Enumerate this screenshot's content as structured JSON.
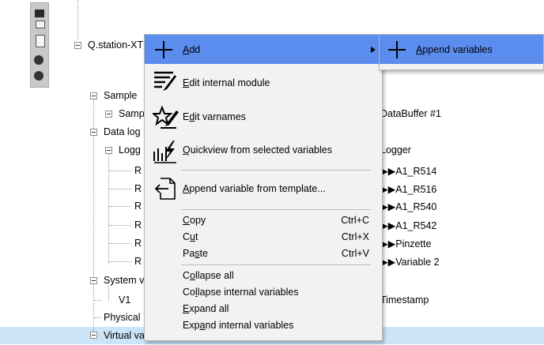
{
  "tree": {
    "root_label": "Q.station-XT",
    "sample_label": "Sample",
    "samp_label": "Samp",
    "data_log_label": "Data log",
    "logg_label": "Logg",
    "leaf_r1": "R",
    "leaf_r2": "R",
    "leaf_r3": "R",
    "leaf_r4": "R",
    "leaf_r5": "R",
    "leaf_r6": "R",
    "system_label": "System v",
    "v1_label": "V1",
    "physical_label": "Physical",
    "virtual_label": "Virtual va",
    "right_databuffer": "DataBuffer #1",
    "right_logger": "Logger",
    "right_items": [
      "▶▶A1_R514",
      "▶▶A1_R516",
      "▶▶A1_R540",
      "▶▶A1_R542",
      "▶▶Pinzette",
      "▶▶Variable 2"
    ],
    "right_timestamp": "Timestamp"
  },
  "context_menu": {
    "add": {
      "label": "Add",
      "mnemonic": "A",
      "rest": "dd"
    },
    "edit_internal_module": {
      "label": "Edit internal module",
      "mnemonic": "E",
      "rest": "dit internal module"
    },
    "edit_varnames": {
      "pre": "E",
      "mnemonic": "d",
      "rest": "it varnames"
    },
    "quickview": {
      "mnemonic": "Q",
      "rest": "uickview from selected variables"
    },
    "append_template": {
      "mnemonic": "A",
      "rest": "ppend variable from template..."
    },
    "copy": {
      "mnemonic": "C",
      "rest": "opy",
      "shortcut": "Ctrl+C"
    },
    "cut": {
      "pre": "C",
      "mnemonic": "u",
      "rest": "t",
      "shortcut": "Ctrl+X"
    },
    "paste": {
      "pre": "Pa",
      "mnemonic": "s",
      "rest": "te",
      "shortcut": "Ctrl+V"
    },
    "collapse_all": {
      "pre": "C",
      "mnemonic": "o",
      "rest": "llapse all"
    },
    "collapse_internal": {
      "pre": "Co",
      "mnemonic": "l",
      "rest": "lapse internal variables"
    },
    "expand_all": {
      "mnemonic": "E",
      "rest": "xpand all"
    },
    "expand_internal": {
      "pre": "Exp",
      "mnemonic": "a",
      "rest": "nd internal variables"
    }
  },
  "submenu": {
    "append_variables": {
      "mnemonic": "A",
      "rest": "ppend variables"
    }
  },
  "colors": {
    "highlight": "#5b8def",
    "menu_bg": "#f2f2f2",
    "selected_row": "#cce4f7"
  },
  "icons": {
    "add": "plus-icon",
    "edit_module": "edit-module-icon",
    "edit_varnames": "star-pen-icon",
    "quickview": "lightning-chart-icon",
    "append_template": "document-arrow-icon",
    "submenu": "chevron-right-icon",
    "device": "device-module-icon"
  }
}
